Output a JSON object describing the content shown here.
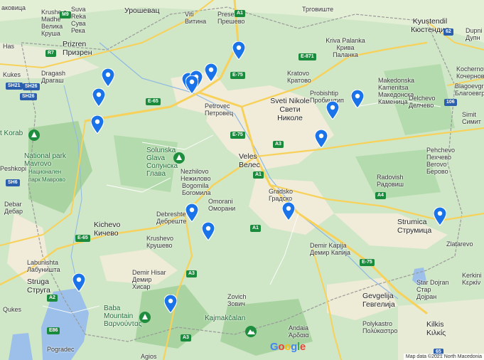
{
  "attribution": "Map data ©2021",
  "attribution_region": "North Macedonia",
  "google_logo": [
    "G",
    "o",
    "o",
    "g",
    "l",
    "e"
  ],
  "google_colors": [
    "#4285F4",
    "#EA4335",
    "#FBBC05",
    "#4285F4",
    "#34A853",
    "#EA4335"
  ],
  "colors": {
    "pin": "#1a73e8",
    "park_icon": "#1e8e3e",
    "road_yellow": "#f7d15a",
    "land": "#cfe7c6",
    "lowland": "#f0ecd9",
    "water": "#9cc0ea"
  },
  "labels": [
    {
      "id": "bakovica",
      "text": "аковица"
    },
    {
      "id": "krushe",
      "text": "Krushe e Madhe Велика Круша"
    },
    {
      "id": "suva-reka",
      "text": "Suva Reka Сува Река"
    },
    {
      "id": "urosevac",
      "text": "Урошевац"
    },
    {
      "id": "viti",
      "text": "Viti Витина"
    },
    {
      "id": "presevo",
      "text": "Presevo Прешево"
    },
    {
      "id": "trgoviste",
      "text": "Трговиште"
    },
    {
      "id": "kyustendil",
      "text": "Kyustendil Кюстендил"
    },
    {
      "id": "dupni",
      "text": "Dupni Дупн"
    },
    {
      "id": "has",
      "text": "Has"
    },
    {
      "id": "prizren",
      "text": "Prizren Призрен"
    },
    {
      "id": "kriva-palanka",
      "text": "Kriva Palanka Крива Паланка"
    },
    {
      "id": "kukes",
      "text": "Kukes"
    },
    {
      "id": "dragash",
      "text": "Dragash Драгаш"
    },
    {
      "id": "kratovo",
      "text": "Kratovo Кратово"
    },
    {
      "id": "kochernovo",
      "text": "Kochernovo Кочерново"
    },
    {
      "id": "blagoevgrad",
      "text": "Blagoevgr Благоевгр"
    },
    {
      "id": "makedonska",
      "text": "Makedonska Kamenitsa Македонска Каменица"
    },
    {
      "id": "petrovec",
      "text": "Petrovec Петровец"
    },
    {
      "id": "probishtip",
      "text": "Probishtip Пробиштип"
    },
    {
      "id": "delchevo",
      "text": "Delchevo Делчево"
    },
    {
      "id": "sveti-nikole",
      "text": "Sveti Nikole Свети Николе"
    },
    {
      "id": "simit",
      "text": "Simit Симит"
    },
    {
      "id": "korab",
      "text": "t Korab"
    },
    {
      "id": "solunska",
      "text": "Solunska Glava Солунска Глава"
    },
    {
      "id": "national-park",
      "text": "National park Mavrovo"
    },
    {
      "id": "nacionalen",
      "text": "Национален парк Маврово"
    },
    {
      "id": "veles",
      "text": "Veles Велес"
    },
    {
      "id": "peshkopi",
      "text": "Peshkopi"
    },
    {
      "id": "nezhilovo",
      "text": "Nezhilovo Нежилово"
    },
    {
      "id": "bogomila",
      "text": "Bogomila Богомила"
    },
    {
      "id": "pehchevo",
      "text": "Pehchevo Пехчево Berovo Берово"
    },
    {
      "id": "radovish",
      "text": "Radovish Радовиш"
    },
    {
      "id": "gradsko",
      "text": "Gradsko Градско"
    },
    {
      "id": "omorani",
      "text": "Omorani Оморани"
    },
    {
      "id": "debar",
      "text": "Debar Дебар"
    },
    {
      "id": "debreshte",
      "text": "Debreshte Дебреште"
    },
    {
      "id": "kichevo",
      "text": "Kichevo Кичево"
    },
    {
      "id": "strumica",
      "text": "Strumica Струмица"
    },
    {
      "id": "krushevo",
      "text": "Krushevo Крушево"
    },
    {
      "id": "demir-kapija",
      "text": "Demir Kapija Демир Капија"
    },
    {
      "id": "zlatarevo",
      "text": "Zlatarevo"
    },
    {
      "id": "labunishta",
      "text": "Labunishta Лабуништа"
    },
    {
      "id": "demir-hisar",
      "text": "Demir Hisar Демир Хисар"
    },
    {
      "id": "kerkini",
      "text": "Kerkini Κερκίν"
    },
    {
      "id": "struga",
      "text": "Struga Струга"
    },
    {
      "id": "star-dojran",
      "text": "Star Dojran Стар Дојран"
    },
    {
      "id": "gevgelija",
      "text": "Gevgelija Гевгелија"
    },
    {
      "id": "zovich",
      "text": "Zovich Зович"
    },
    {
      "id": "qukes",
      "text": "Qukes"
    },
    {
      "id": "baba",
      "text": "Baba Mountain Βαρνούντας"
    },
    {
      "id": "kajmakcalan",
      "text": "Kajmakčalan"
    },
    {
      "id": "andaia",
      "text": "Andaia Άρδαια"
    },
    {
      "id": "polykastro",
      "text": "Polykastro Πολύκαστρο"
    },
    {
      "id": "kilkis",
      "text": "Kilkis Κιλκίς"
    },
    {
      "id": "pogradec",
      "text": "Pogradec"
    },
    {
      "id": "agios",
      "text": "Agios"
    }
  ],
  "shields": [
    {
      "id": "m9",
      "text": "M9"
    },
    {
      "id": "a1-top",
      "text": "A1"
    },
    {
      "id": "sixty2",
      "text": "62"
    },
    {
      "id": "r7",
      "text": "R7"
    },
    {
      "id": "e871",
      "text": "E-871"
    },
    {
      "id": "sh21",
      "text": "SH21"
    },
    {
      "id": "sh26a",
      "text": "SH26"
    },
    {
      "id": "sh26b",
      "text": "SH26"
    },
    {
      "id": "e75a",
      "text": "E-75"
    },
    {
      "id": "e65a",
      "text": "E-65"
    },
    {
      "id": "r106",
      "text": "106"
    },
    {
      "id": "e75b",
      "text": "E-75"
    },
    {
      "id": "a3a",
      "text": "A3"
    },
    {
      "id": "sh6",
      "text": "SH6"
    },
    {
      "id": "a1b",
      "text": "A1"
    },
    {
      "id": "a4",
      "text": "A4"
    },
    {
      "id": "a1c",
      "text": "A1"
    },
    {
      "id": "e65b",
      "text": "E-65"
    },
    {
      "id": "e75c",
      "text": "E-75"
    },
    {
      "id": "a3b",
      "text": "A3"
    },
    {
      "id": "a2",
      "text": "A2"
    },
    {
      "id": "e86",
      "text": "E86"
    },
    {
      "id": "sixty5",
      "text": "65"
    },
    {
      "id": "a3c",
      "text": "A3"
    }
  ],
  "markers": [
    "location-marker",
    "location-marker",
    "location-marker",
    "location-marker",
    "location-marker",
    "location-marker",
    "location-marker",
    "location-marker",
    "location-marker",
    "location-marker",
    "location-marker",
    "location-marker",
    "location-marker",
    "location-marker",
    "location-marker",
    "location-marker",
    "location-marker"
  ]
}
